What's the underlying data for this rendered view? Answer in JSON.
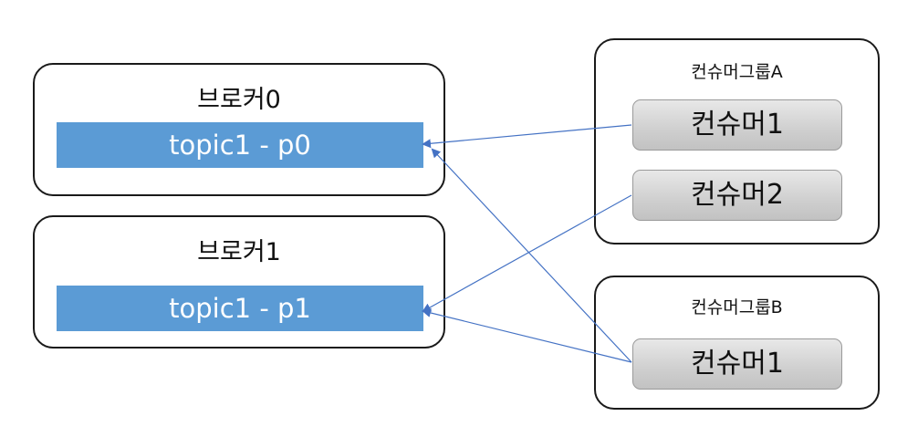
{
  "brokers": [
    {
      "title": "브로커0",
      "partition": "topic1 - p0"
    },
    {
      "title": "브로커1",
      "partition": "topic1 - p1"
    }
  ],
  "consumer_groups": [
    {
      "title": "컨슈머그룹A",
      "consumers": [
        "컨슈머1",
        "컨슈머2"
      ]
    },
    {
      "title": "컨슈머그룹B",
      "consumers": [
        "컨슈머1"
      ]
    }
  ],
  "colors": {
    "partition_fill": "#5b9bd5",
    "arrow": "#4472c4"
  }
}
